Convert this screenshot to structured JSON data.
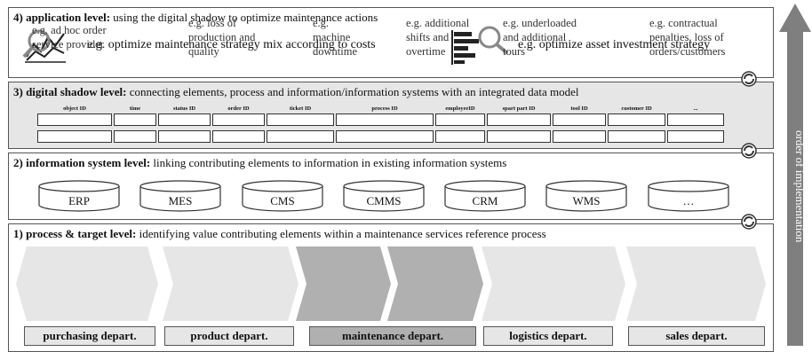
{
  "level4": {
    "title_bold": "4) application level:",
    "title_rest": " using the digital shadow to optimize maintenance actions",
    "items": [
      {
        "icon": "chart-magnifier-icon",
        "text": "e.g. optimize maintenance strategy mix according to costs"
      },
      {
        "icon": "bar-chart-magnifier-icon",
        "text": "e.g. optimize asset investment strategy"
      }
    ]
  },
  "level3": {
    "title_bold": "3) digital shadow level:",
    "title_rest": " connecting elements, process and information/information systems with an integrated data model",
    "columns": [
      "object ID",
      "time",
      "status ID",
      "order ID",
      "ticket ID",
      "process ID",
      "employeeID",
      "spart part ID",
      "tool ID",
      "customer ID",
      "..."
    ]
  },
  "level2": {
    "title_bold": "2) information system level:",
    "title_rest": " linking contributing elements to information in existing information systems",
    "systems": [
      "ERP",
      "MES",
      "CMS",
      "CMMS",
      "CRM",
      "WMS",
      "…"
    ]
  },
  "level1": {
    "title_bold": "1) process & target level:",
    "title_rest": " identifying value contributing elements within a maintenance services reference process",
    "chevrons": [
      {
        "lines": [
          "e.g. ad hoc order",
          "service provider"
        ],
        "color": "#e6e6e6"
      },
      {
        "lines": [
          "e.g. loss of",
          "production and",
          "quality"
        ],
        "color": "#e6e6e6"
      },
      {
        "lines": [
          "e.g.",
          "machine",
          "downtime"
        ],
        "color": "#b0b0b0"
      },
      {
        "lines": [
          "e.g. additional",
          "shifts and",
          "overtime"
        ],
        "color": "#b0b0b0"
      },
      {
        "lines": [
          "e.g. underloaded",
          "and additional",
          "tours"
        ],
        "color": "#e6e6e6"
      },
      {
        "lines": [
          "e.g. contractual",
          "penalties, loss of",
          "orders/customers"
        ],
        "color": "#e6e6e6"
      }
    ],
    "departments": [
      {
        "label": "purchasing depart.",
        "color": "#e6e6e6"
      },
      {
        "label": "product depart.",
        "color": "#e6e6e6"
      },
      {
        "label": "maintenance depart.",
        "color": "#b0b0b0"
      },
      {
        "label": "logistics depart.",
        "color": "#e6e6e6"
      },
      {
        "label": "sales depart.",
        "color": "#e6e6e6"
      }
    ]
  },
  "side_arrow": {
    "label": "order of implementation",
    "color": "#7f7f7f"
  }
}
